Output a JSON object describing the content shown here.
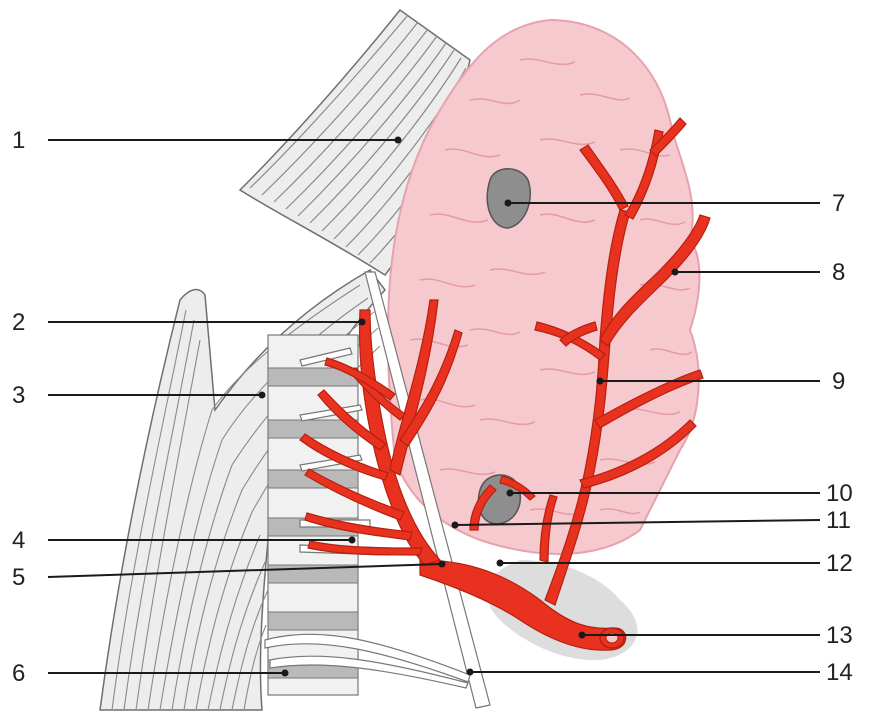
{
  "callouts": [
    {
      "id": "1",
      "label": "1",
      "side": "left"
    },
    {
      "id": "2",
      "label": "2",
      "side": "left"
    },
    {
      "id": "3",
      "label": "3",
      "side": "left"
    },
    {
      "id": "4",
      "label": "4",
      "side": "left"
    },
    {
      "id": "5",
      "label": "5",
      "side": "left"
    },
    {
      "id": "6",
      "label": "6",
      "side": "left"
    },
    {
      "id": "7",
      "label": "7",
      "side": "right"
    },
    {
      "id": "8",
      "label": "8",
      "side": "right"
    },
    {
      "id": "9",
      "label": "9",
      "side": "right"
    },
    {
      "id": "10",
      "label": "10",
      "side": "right"
    },
    {
      "id": "11",
      "label": "11",
      "side": "right"
    },
    {
      "id": "12",
      "label": "12",
      "side": "right"
    },
    {
      "id": "13",
      "label": "13",
      "side": "right"
    },
    {
      "id": "14",
      "label": "14",
      "side": "right"
    }
  ],
  "colors": {
    "gland": "#f6c9cf",
    "gland_stroke": "#e7a3ad",
    "gland_fold": "#e59aa5",
    "artery": "#e8321f",
    "artery_stroke": "#b5200f",
    "muscle_fill": "#ececec",
    "muscle_line": "#7a7a7a",
    "node": "#8e8e8e",
    "shadow": "#d9d9d9",
    "nerve": "#ffffff",
    "label": "#222222"
  }
}
